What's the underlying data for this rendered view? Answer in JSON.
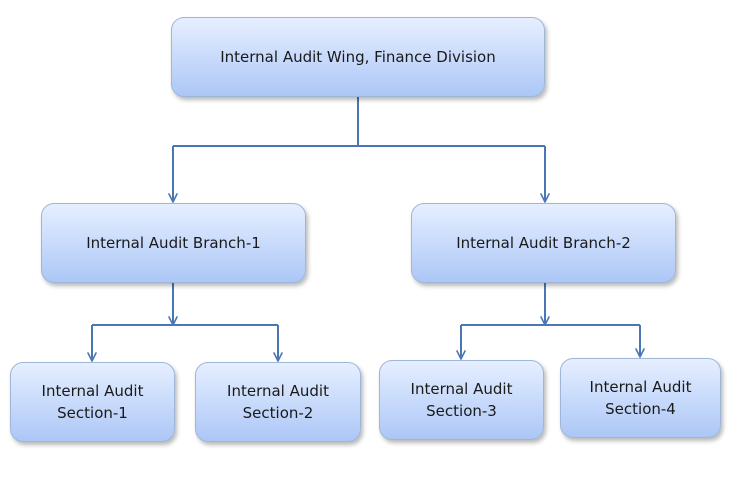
{
  "diagram": {
    "type": "org-chart",
    "root": {
      "label": "Internal Audit Wing, Finance Division"
    },
    "branches": [
      {
        "label": "Internal Audit Branch-1",
        "sections": [
          {
            "label": "Internal Audit\nSection-1"
          },
          {
            "label": "Internal Audit\nSection-2"
          }
        ]
      },
      {
        "label": "Internal Audit Branch-2",
        "sections": [
          {
            "label": "Internal Audit\nSection-3"
          },
          {
            "label": "Internal Audit\nSection-4"
          }
        ]
      }
    ],
    "edges": [
      {
        "from": "Internal Audit Wing, Finance Division",
        "to": "Internal Audit Branch-1"
      },
      {
        "from": "Internal Audit Wing, Finance Division",
        "to": "Internal Audit Branch-2"
      },
      {
        "from": "Internal Audit Branch-1",
        "to": "Internal Audit Section-1"
      },
      {
        "from": "Internal Audit Branch-1",
        "to": "Internal Audit Section-2"
      },
      {
        "from": "Internal Audit Branch-2",
        "to": "Internal Audit Section-3"
      },
      {
        "from": "Internal Audit Branch-2",
        "to": "Internal Audit Section-4"
      }
    ],
    "colors": {
      "connector": "#4a77b4",
      "node_border": "#9fb6d8",
      "node_fill_top": "#e6efff",
      "node_fill_bottom": "#acc7f6",
      "text": "#1a1a1a"
    }
  }
}
